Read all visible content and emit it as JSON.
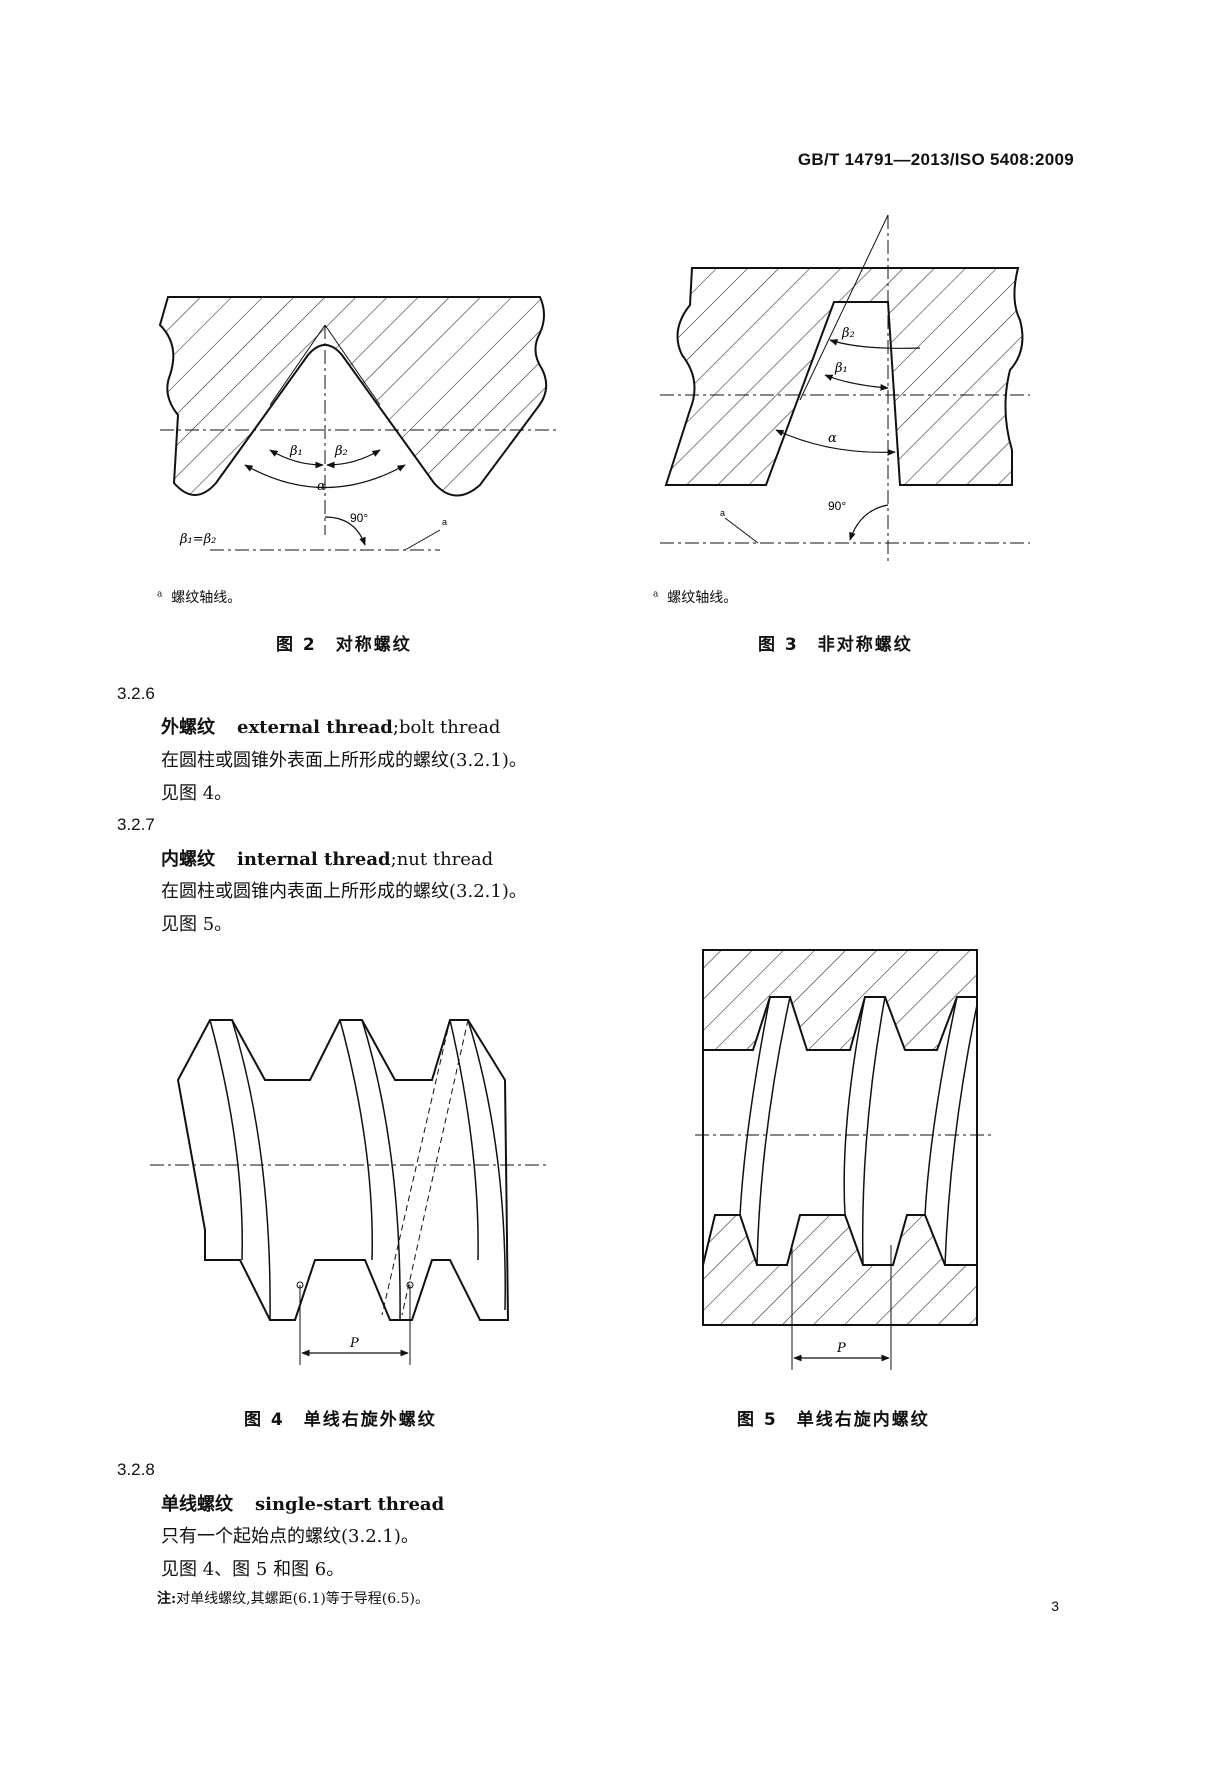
{
  "header": {
    "standard": "GB/T 14791—2013/ISO 5408:2009"
  },
  "figure2": {
    "labels": {
      "beta1": "β₁",
      "beta2": "β₂",
      "alpha": "α",
      "angle": "90°",
      "equal": "β₁=β₂",
      "axis_mark": "a"
    },
    "note_mark": "a",
    "note": "螺纹轴线。",
    "caption": "图 2　对称螺纹"
  },
  "figure3": {
    "labels": {
      "beta1": "β₁",
      "beta2": "β₂",
      "alpha": "α",
      "angle": "90°",
      "axis_mark": "a"
    },
    "note_mark": "a",
    "note": "螺纹轴线。",
    "caption": "图 3　非对称螺纹"
  },
  "sections": [
    {
      "number": "3.2.6",
      "term_zh": "外螺纹",
      "term_en": "external thread",
      "term_alt": ";bolt thread",
      "definition": "在圆柱或圆锥外表面上所形成的螺纹(3.2.1)。",
      "see": "见图 4。"
    },
    {
      "number": "3.2.7",
      "term_zh": "内螺纹",
      "term_en": "internal thread",
      "term_alt": ";nut thread",
      "definition": "在圆柱或圆锥内表面上所形成的螺纹(3.2.1)。",
      "see": "见图 5。"
    },
    {
      "number": "3.2.8",
      "term_zh": "单线螺纹",
      "term_en": "single-start thread",
      "term_alt": "",
      "definition": "只有一个起始点的螺纹(3.2.1)。",
      "see": "见图 4、图 5 和图 6。",
      "note_lead": "注:",
      "note": "对单线螺纹,其螺距(6.1)等于导程(6.5)。"
    }
  ],
  "figure4": {
    "labels": {
      "pitch": "P"
    },
    "caption": "图 4　单线右旋外螺纹"
  },
  "figure5": {
    "labels": {
      "pitch": "P"
    },
    "caption": "图 5　单线右旋内螺纹"
  },
  "page_number": "3"
}
